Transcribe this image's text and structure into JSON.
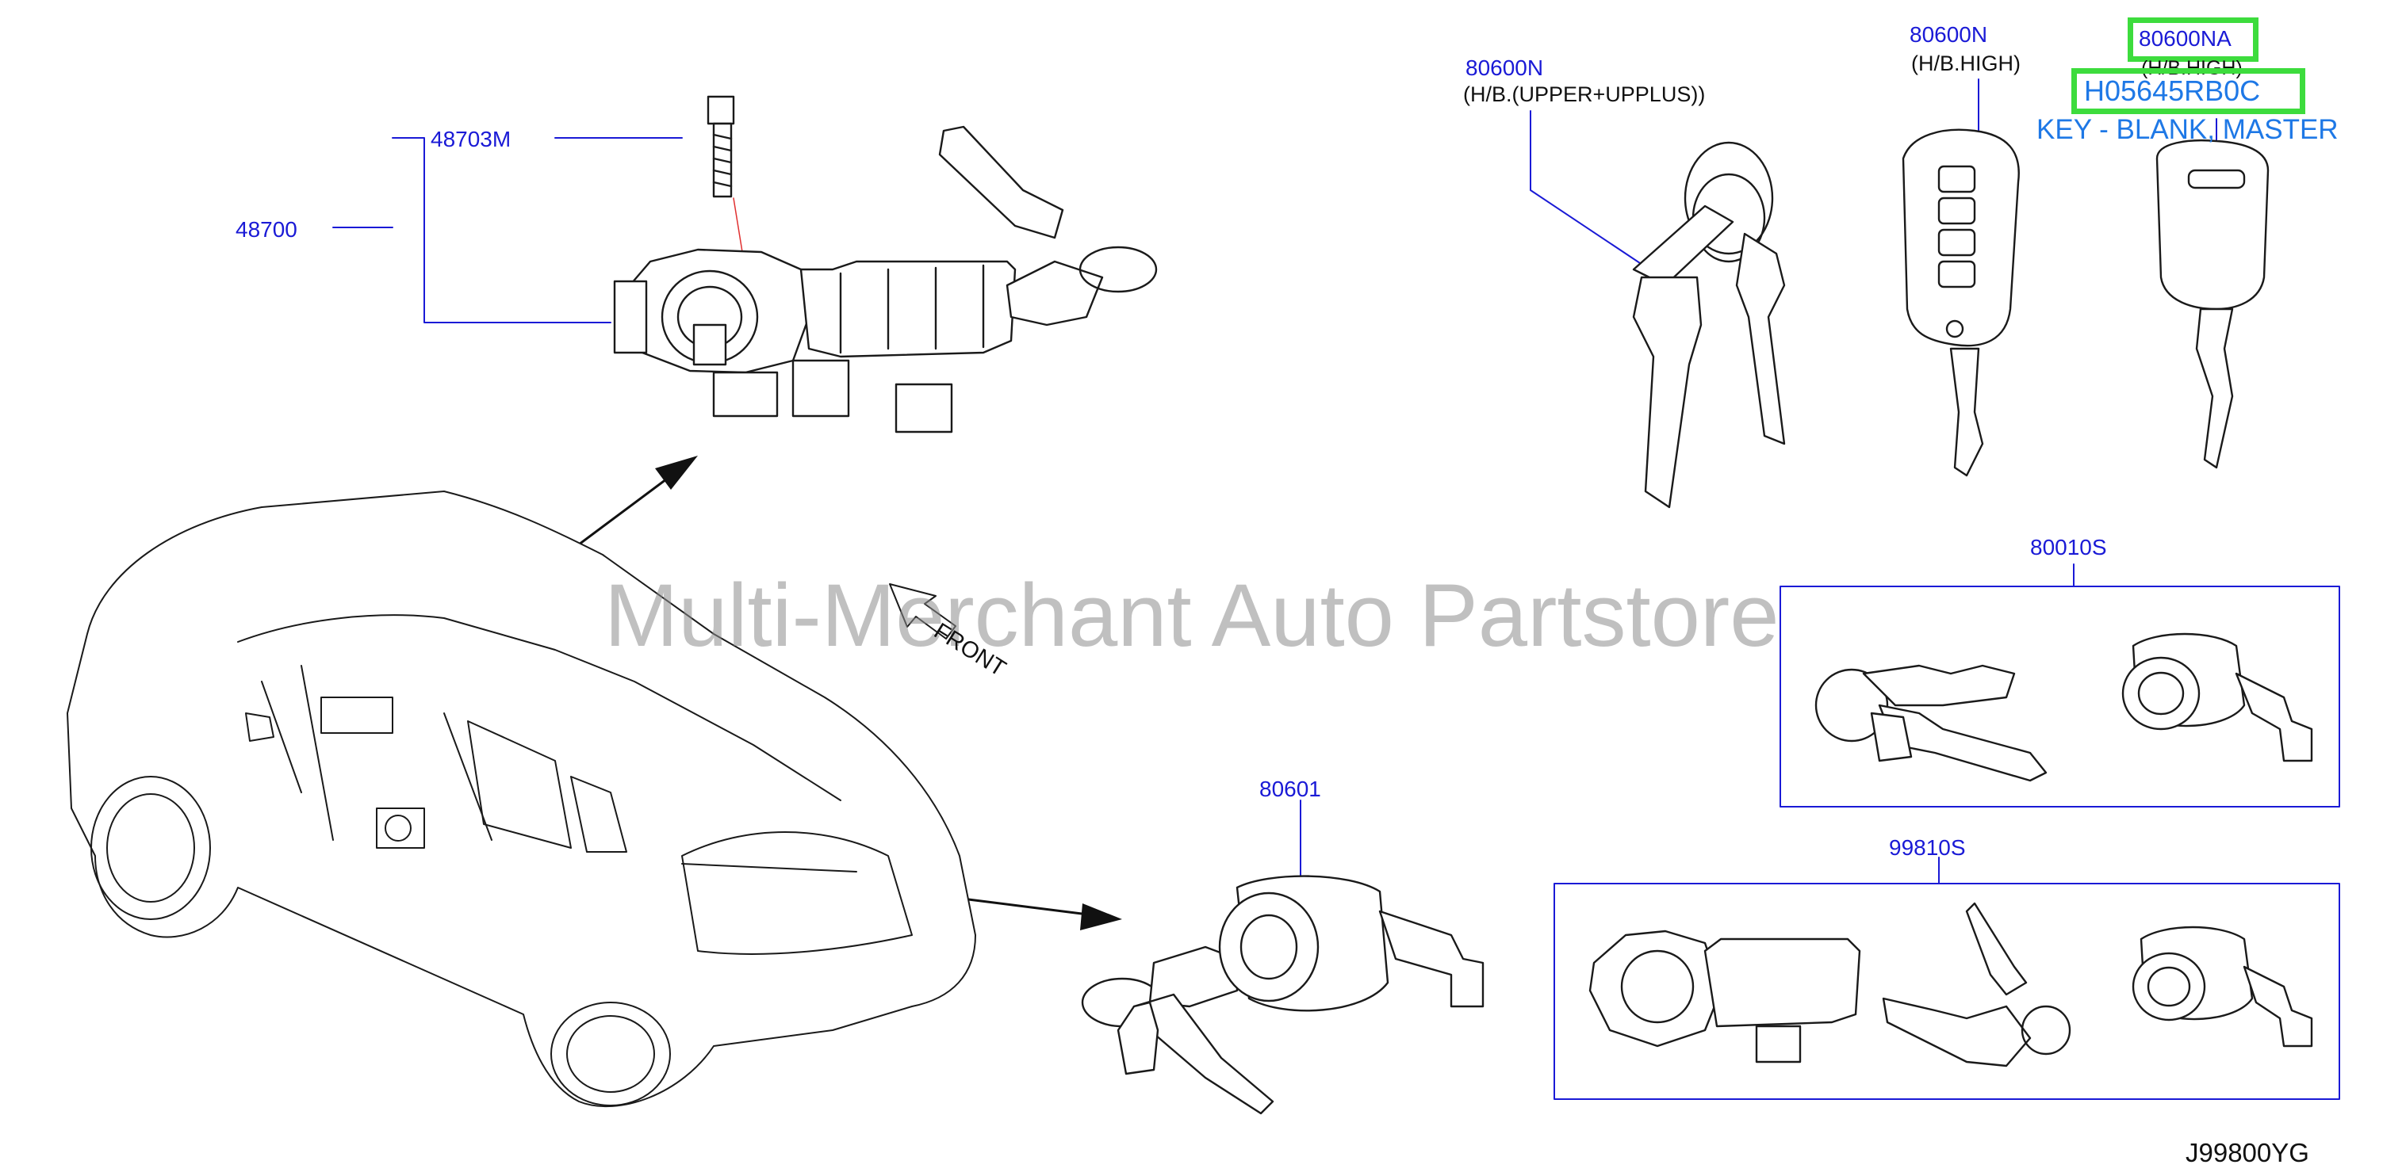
{
  "labels": {
    "p48703m": "48703M",
    "p48700": "48700",
    "p80600n_a": "80600N",
    "p80600n_a_note": "(H/B.(UPPER+UPPLUS))",
    "p80600n_b": "80600N",
    "p80600n_b_note": "(H/B.HIGH)",
    "p80600na": "80600NA",
    "p80600na_note": "(H/B.HIGH)",
    "h05645": "H05645RB0C",
    "key_desc": "KEY - BLANK, MASTER",
    "p80010s": "80010S",
    "p80601": "80601",
    "p99810s": "99810S",
    "front": "FRONT",
    "watermark": "Multi-Merchant Auto Partstore",
    "diagram_code": "J99800YG"
  },
  "colors": {
    "part_number": "#1a1ad6",
    "highlight_text": "#1e78e6",
    "highlight_box": "#3ddc3d",
    "line_art": "#1a1a1a",
    "leader": "#1a1ad6"
  }
}
